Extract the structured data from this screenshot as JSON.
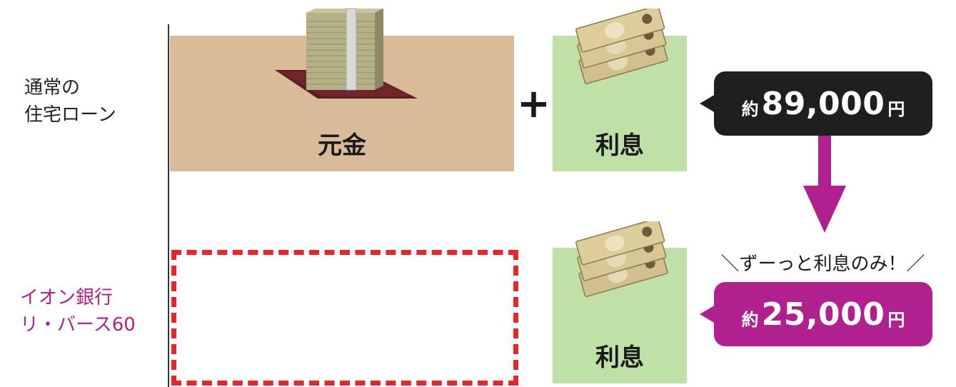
{
  "rows": {
    "normal": {
      "label_line1": "通常の",
      "label_line2": "住宅ローン"
    },
    "rebirth": {
      "label_line1": "イオン銀行",
      "label_line2": "リ・バース60"
    }
  },
  "blocks": {
    "principal": "元金",
    "plus": "+",
    "interest_normal": "利息",
    "interest_rebirth": "利息"
  },
  "bubbles": {
    "normal": {
      "prefix": "約",
      "amount": "89,000",
      "unit": "円"
    },
    "rebirth": {
      "prefix": "約",
      "amount": "25,000",
      "unit": "円"
    }
  },
  "tagline": "＼ずーっと利息のみ！／",
  "colors": {
    "principal_block": "#d9bb99",
    "interest_block": "#bfe0a7",
    "dashed_border": "#e8262a",
    "accent_magenta": "#b0208e",
    "bubble_black": "#1f1f1f"
  },
  "icons": [
    "money-bundle-icon",
    "banknotes-icon",
    "down-arrow-icon"
  ]
}
